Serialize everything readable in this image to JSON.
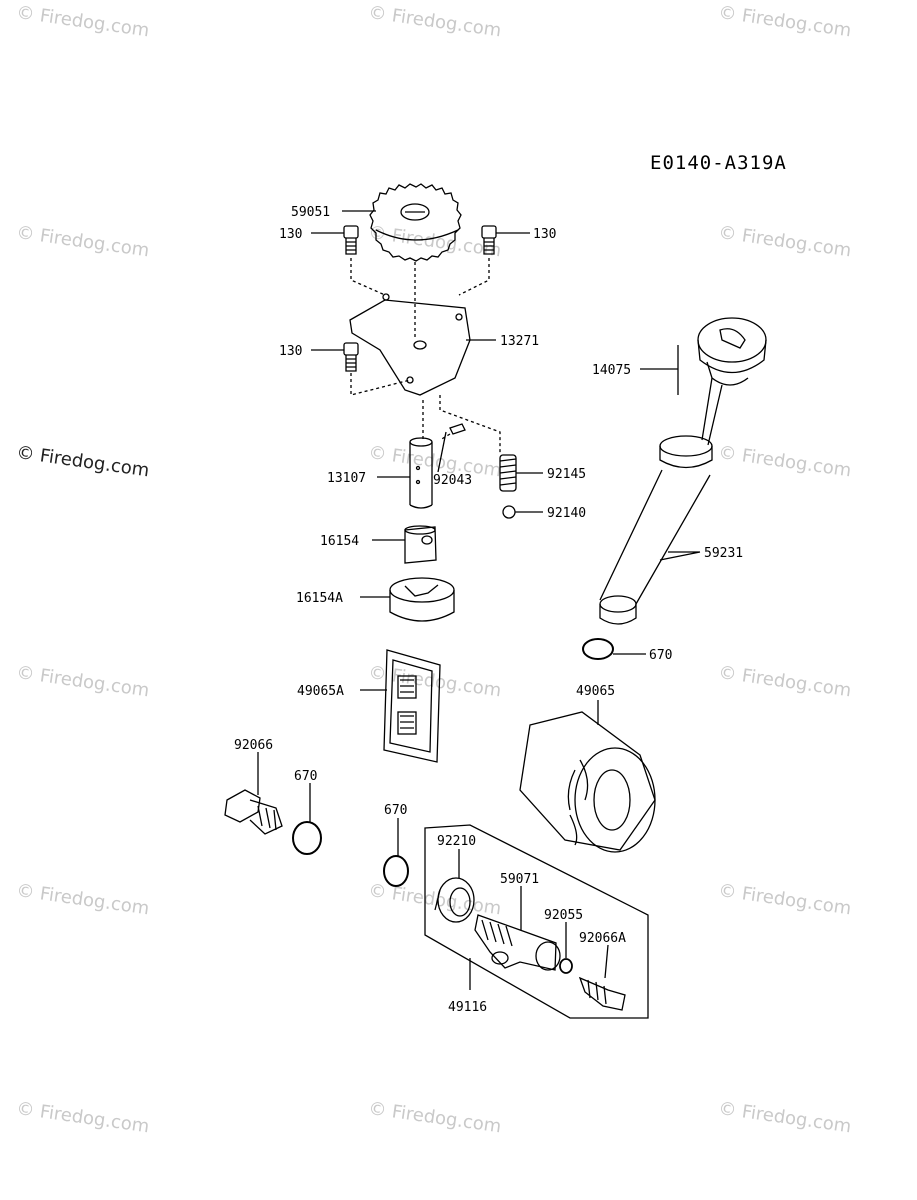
{
  "diagram_code": "E0140-A319A",
  "watermark": "© Firedog.com",
  "parts": {
    "p59051": "59051",
    "p130a": "130",
    "p130b": "130",
    "p130c": "130",
    "p13271": "13271",
    "p14075": "14075",
    "p13107": "13107",
    "p92043": "92043",
    "p92145": "92145",
    "p92140": "92140",
    "p16154": "16154",
    "p16154A": "16154A",
    "p59231": "59231",
    "p670a": "670",
    "p49065A": "49065A",
    "p49065": "49065",
    "p92066": "92066",
    "p670b": "670",
    "p670c": "670",
    "p92210": "92210",
    "p59071": "59071",
    "p92055": "92055",
    "p92066A": "92066A",
    "p49116": "49116"
  }
}
